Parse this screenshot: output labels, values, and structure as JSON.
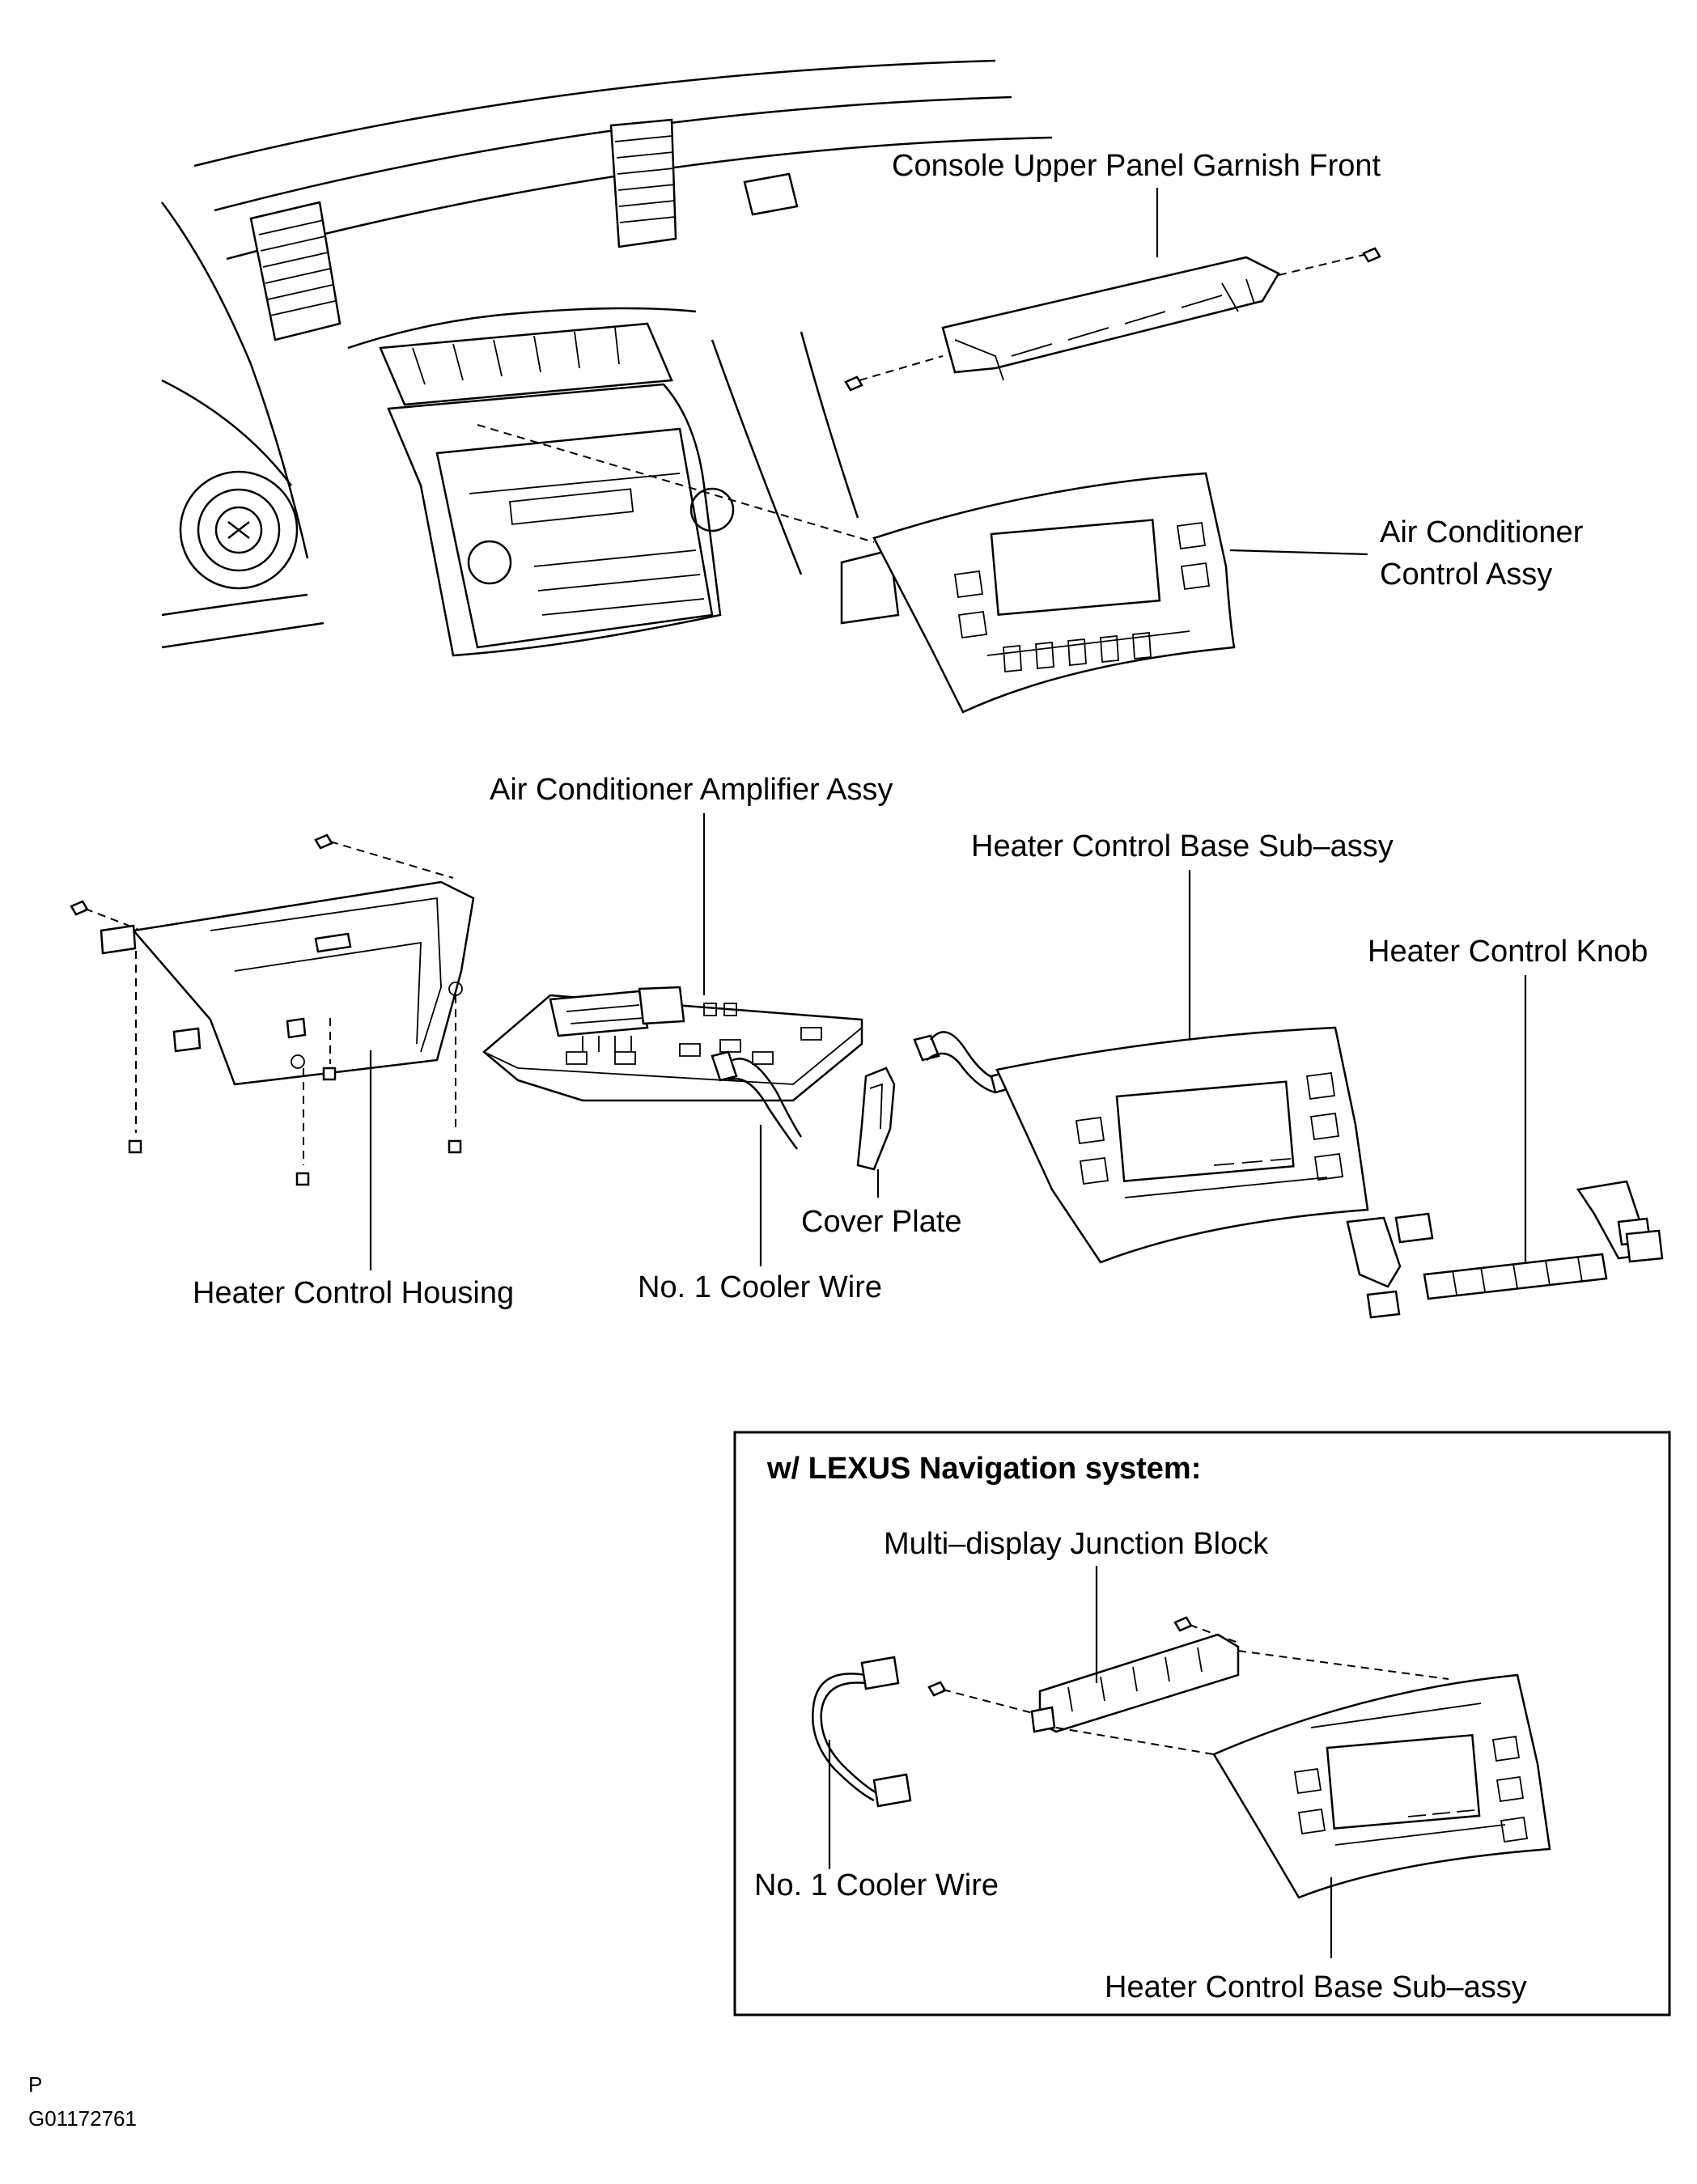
{
  "labels": {
    "console_upper_panel_garnish_front": "Console Upper Panel Garnish Front",
    "air_conditioner_control_assy_line1": "Air Conditioner",
    "air_conditioner_control_assy_line2": "Control Assy",
    "air_conditioner_amplifier_assy": "Air Conditioner Amplifier Assy",
    "heater_control_base_sub_assy": "Heater Control Base Sub–assy",
    "heater_control_knob": "Heater Control Knob",
    "cover_plate": "Cover Plate",
    "heater_control_housing": "Heater Control Housing",
    "no1_cooler_wire": "No. 1 Cooler Wire"
  },
  "nav_box": {
    "title": "w/ LEXUS Navigation system:",
    "multi_display_junction_block": "Multi–display Junction Block",
    "no1_cooler_wire": "No. 1 Cooler Wire",
    "heater_control_base_sub_assy": "Heater Control Base Sub–assy"
  },
  "footer": {
    "letter": "P",
    "figure_id": "G01172761"
  }
}
